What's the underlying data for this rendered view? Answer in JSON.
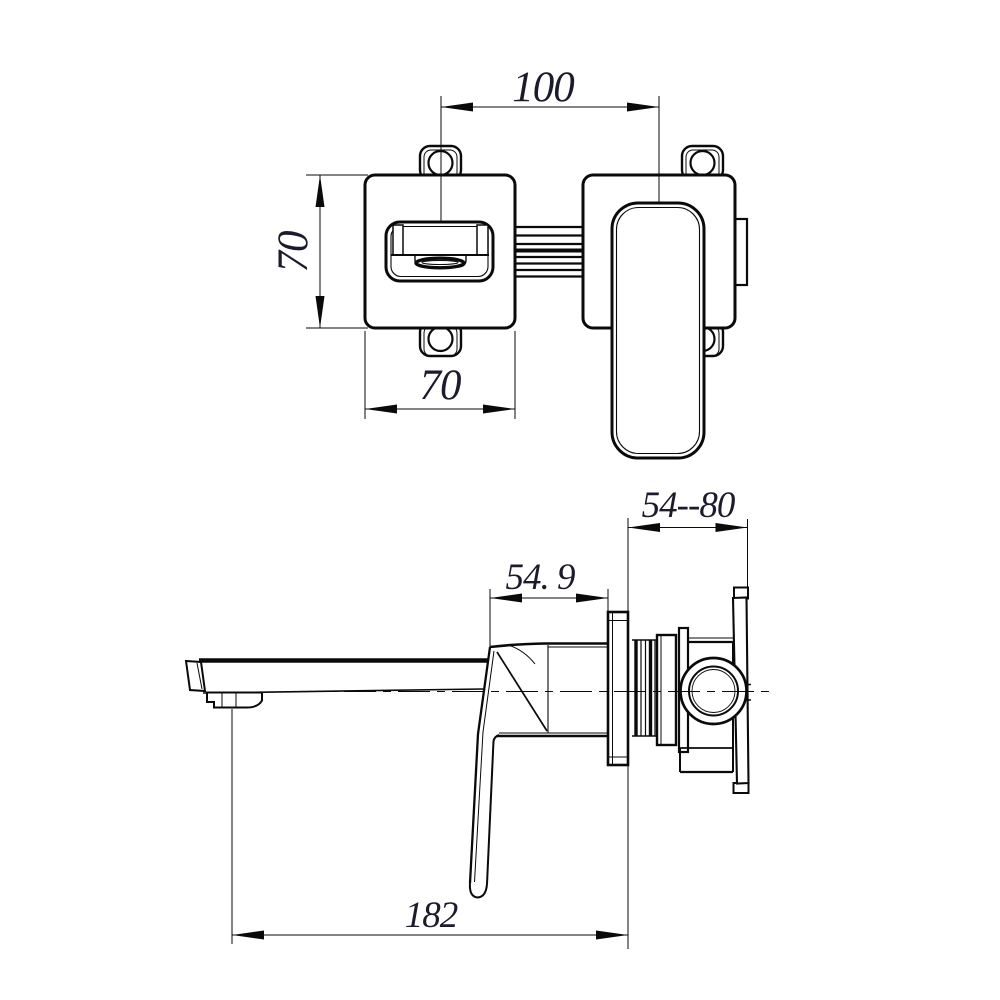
{
  "colors": {
    "line": "#0a0a0a",
    "dim_text": "#1b1b2c",
    "background": "#ffffff"
  },
  "front_view": {
    "dims": {
      "center_distance": "100",
      "plate_height": "70",
      "plate_width": "70"
    }
  },
  "side_view": {
    "dims": {
      "spout_to_wall": "54. 9",
      "install_depth_range": "54--80",
      "spout_reach": "182"
    }
  }
}
